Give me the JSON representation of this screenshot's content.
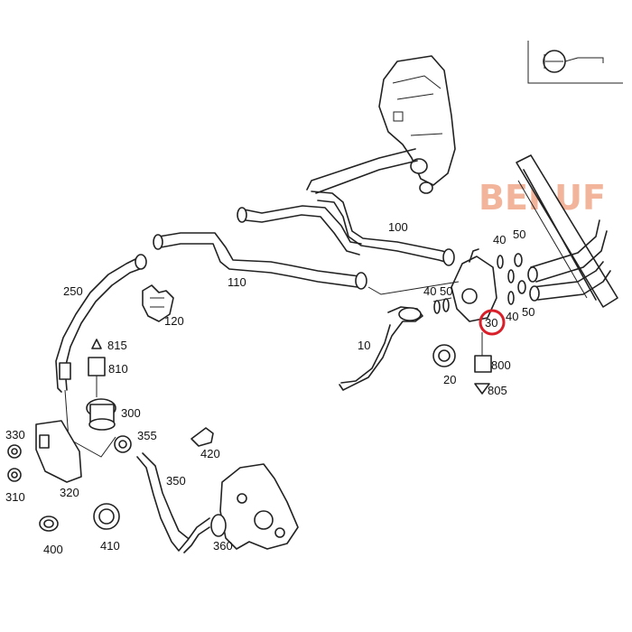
{
  "watermark": "BERUF",
  "highlighted_callout": "30",
  "highlight_color": "#d9202a",
  "watermark_color": "#e87a4a",
  "corner_symbol": "engine-view-icon",
  "callouts": {
    "c10": "10",
    "c20": "20",
    "c30": "30",
    "c40a": "40",
    "c50a": "50",
    "c40b": "40",
    "c50b": "50",
    "c40c": "40",
    "c50c": "50",
    "c100": "100",
    "c110": "110",
    "c120": "120",
    "c250": "250",
    "c300": "300",
    "c310": "310",
    "c320": "320",
    "c330": "330",
    "c350": "350",
    "c355": "355",
    "c360": "360",
    "c400": "400",
    "c410": "410",
    "c420": "420",
    "c800": "800",
    "c805": "805",
    "c810": "810",
    "c815": "815"
  }
}
